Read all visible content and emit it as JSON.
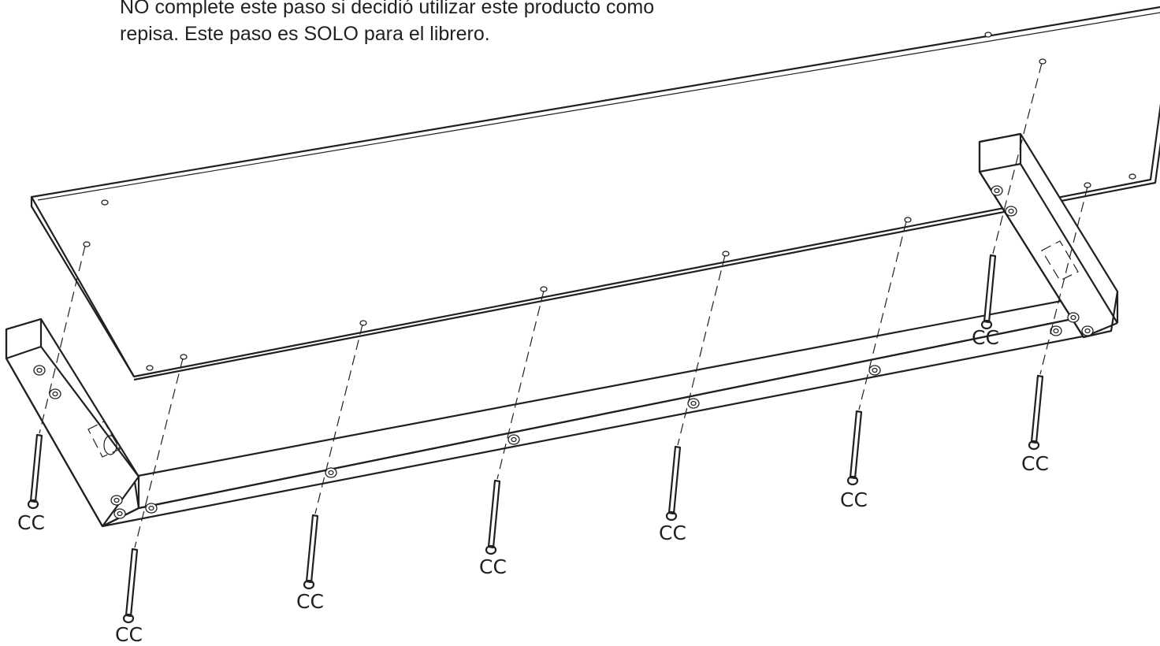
{
  "instruction": {
    "line1": "NO complete este paso si decidió utilizar este producto como",
    "line2": "repisa.  Este paso es SOLO para el librero."
  },
  "screw_label": "CC",
  "colors": {
    "ink": "#231f20",
    "background": "#ffffff"
  }
}
